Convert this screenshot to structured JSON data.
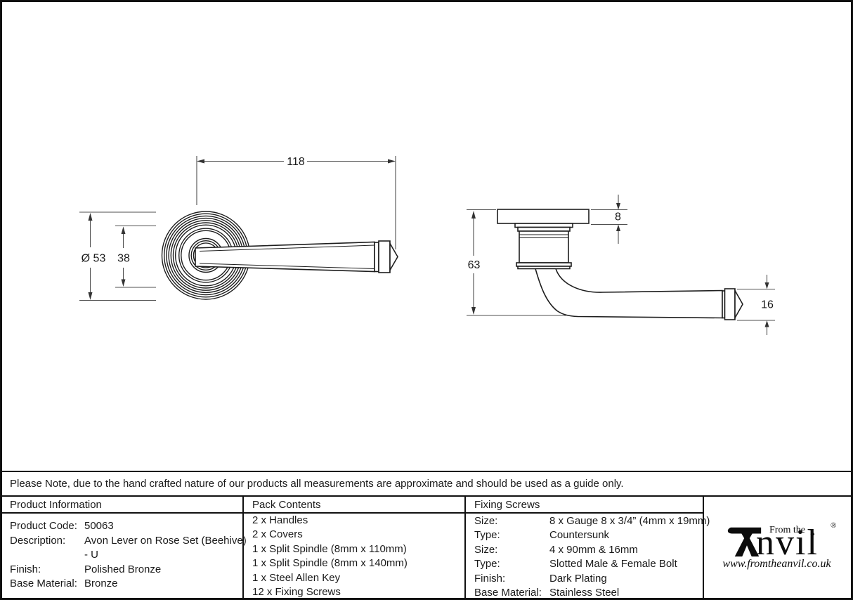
{
  "note": {
    "text": "Please Note, due to the hand crafted nature of our products all measurements are approximate and should be used as a guide only."
  },
  "drawing": {
    "front_view": {
      "dim_width": "118",
      "dim_diameter": "Ø 53",
      "dim_inner": "38"
    },
    "side_view": {
      "dim_height": "63",
      "dim_rose_depth": "8",
      "dim_lever_thickness": "16"
    }
  },
  "table": {
    "product_information": {
      "header": "Product Information",
      "rows": [
        {
          "label": "Product Code:",
          "value": "50063"
        },
        {
          "label": "Description:",
          "value": "Avon Lever on Rose Set (Beehive)"
        },
        {
          "label": "",
          "value": "- U"
        },
        {
          "label": "Finish:",
          "value": "Polished Bronze"
        },
        {
          "label": "Base Material:",
          "value": "Bronze"
        }
      ]
    },
    "pack_contents": {
      "header": "Pack Contents",
      "items": [
        "2 x Handles",
        "2 x Covers",
        "1 x Split Spindle (8mm x 110mm)",
        "1 x Split Spindle (8mm x 140mm)",
        "1 x Steel Allen Key",
        "12 x Fixing Screws"
      ]
    },
    "fixing_screws": {
      "header": "Fixing Screws",
      "rows": [
        {
          "label": "Size:",
          "value": "8 x Gauge 8 x 3/4” (4mm x 19mm)"
        },
        {
          "label": "Type:",
          "value": "Countersunk"
        },
        {
          "label": "Size:",
          "value": "4 x 90mm & 16mm"
        },
        {
          "label": "Type:",
          "value": "Slotted Male & Female Bolt"
        },
        {
          "label": "Finish:",
          "value": "Dark Plating"
        },
        {
          "label": "Base Material:",
          "value": "Stainless Steel"
        }
      ]
    }
  },
  "logo": {
    "tagline": "From the",
    "brand": "nvil",
    "diamond": "♦",
    "registered": "®",
    "url": "www.fromtheanvil.co.uk"
  }
}
